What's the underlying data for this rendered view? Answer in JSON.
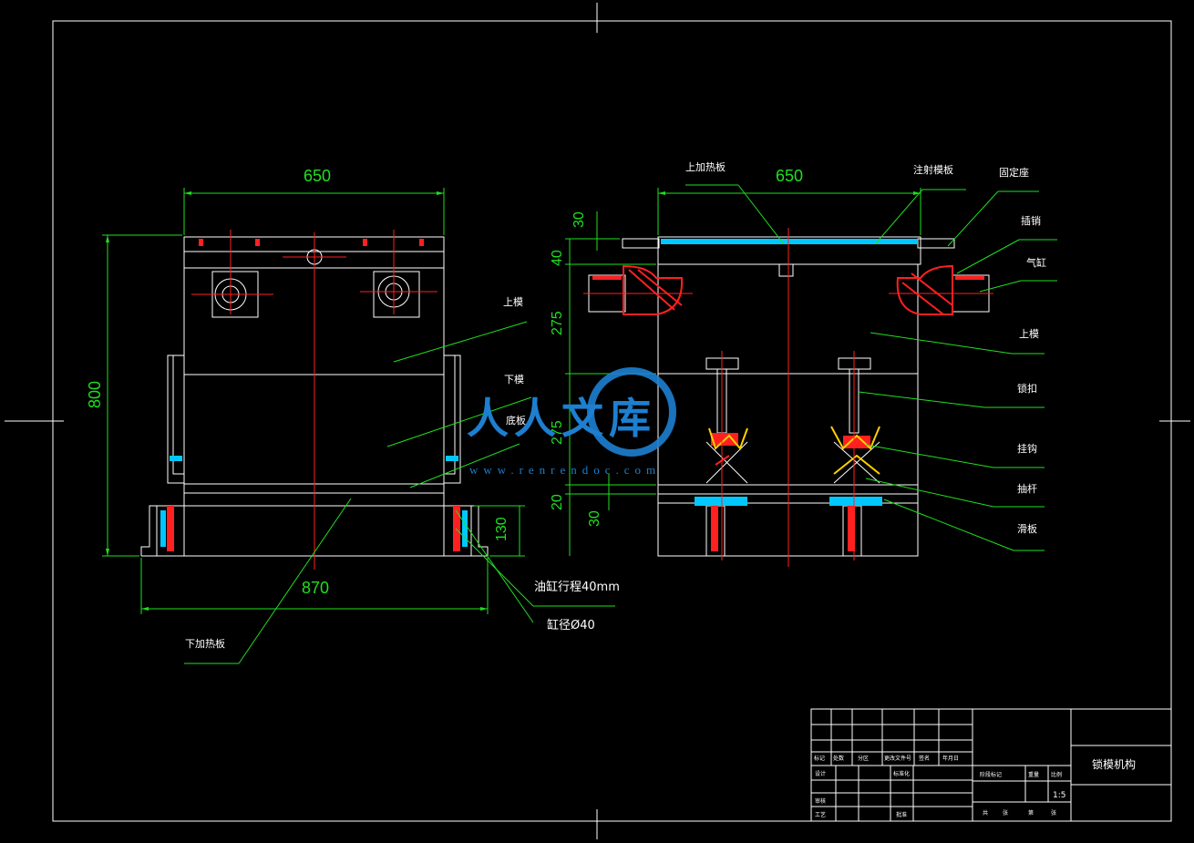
{
  "drawing": {
    "title_block_name": "锁模机构",
    "scale": "1:5"
  },
  "left_view": {
    "dim_width_top": "650",
    "dim_height": "800",
    "dim_width_bottom": "870",
    "dim_base_height": "130",
    "label_upper_die": "上模",
    "label_lower_die": "下模",
    "label_base": "底板",
    "label_lower_plate": "下加热板",
    "label_stroke": "油缸行程40mm",
    "label_bore": "缸径Ø40"
  },
  "right_view": {
    "dim_width_top": "650",
    "dim_30_top": "30",
    "dim_40": "40",
    "dim_275_a": "275",
    "dim_275_b": "275",
    "dim_20": "20",
    "dim_30_bottom": "30",
    "label_upper_heater": "上加热板",
    "label_injection": "注射模板",
    "label_fixed_seat": "固定座",
    "label_pin": "插销",
    "label_cylinder": "气缸",
    "label_upper_die": "上模",
    "label_lock_arm": "锁扣",
    "label_hook": "挂钩",
    "label_latch": "抽杆",
    "label_slide": "滑板"
  },
  "watermark": {
    "text": "人人文库",
    "url": "www.renrendoc.com"
  },
  "title_block": {
    "cell_a": "标记",
    "cell_b": "处数",
    "cell_c": "分区",
    "cell_d": "更改文件号",
    "cell_e": "签名",
    "cell_f": "年月日",
    "cell_design": "设计",
    "cell_standard": "标准化",
    "cell_review": "审核",
    "cell_process": "工艺",
    "cell_approve": "批准",
    "cell_stage": "阶段标记",
    "cell_weight": "重量",
    "cell_ratio": "比例",
    "cell_sheets": "共",
    "cell_sheet": "张",
    "cell_page": "第",
    "cell_page2": "张"
  },
  "colors": {
    "dimension": "#1ee01e",
    "outline": "#ffffff",
    "centerline": "#ff2020",
    "hatch": "#00c8ff",
    "accent": "#ffd000",
    "watermark": "#1d7fd0"
  }
}
